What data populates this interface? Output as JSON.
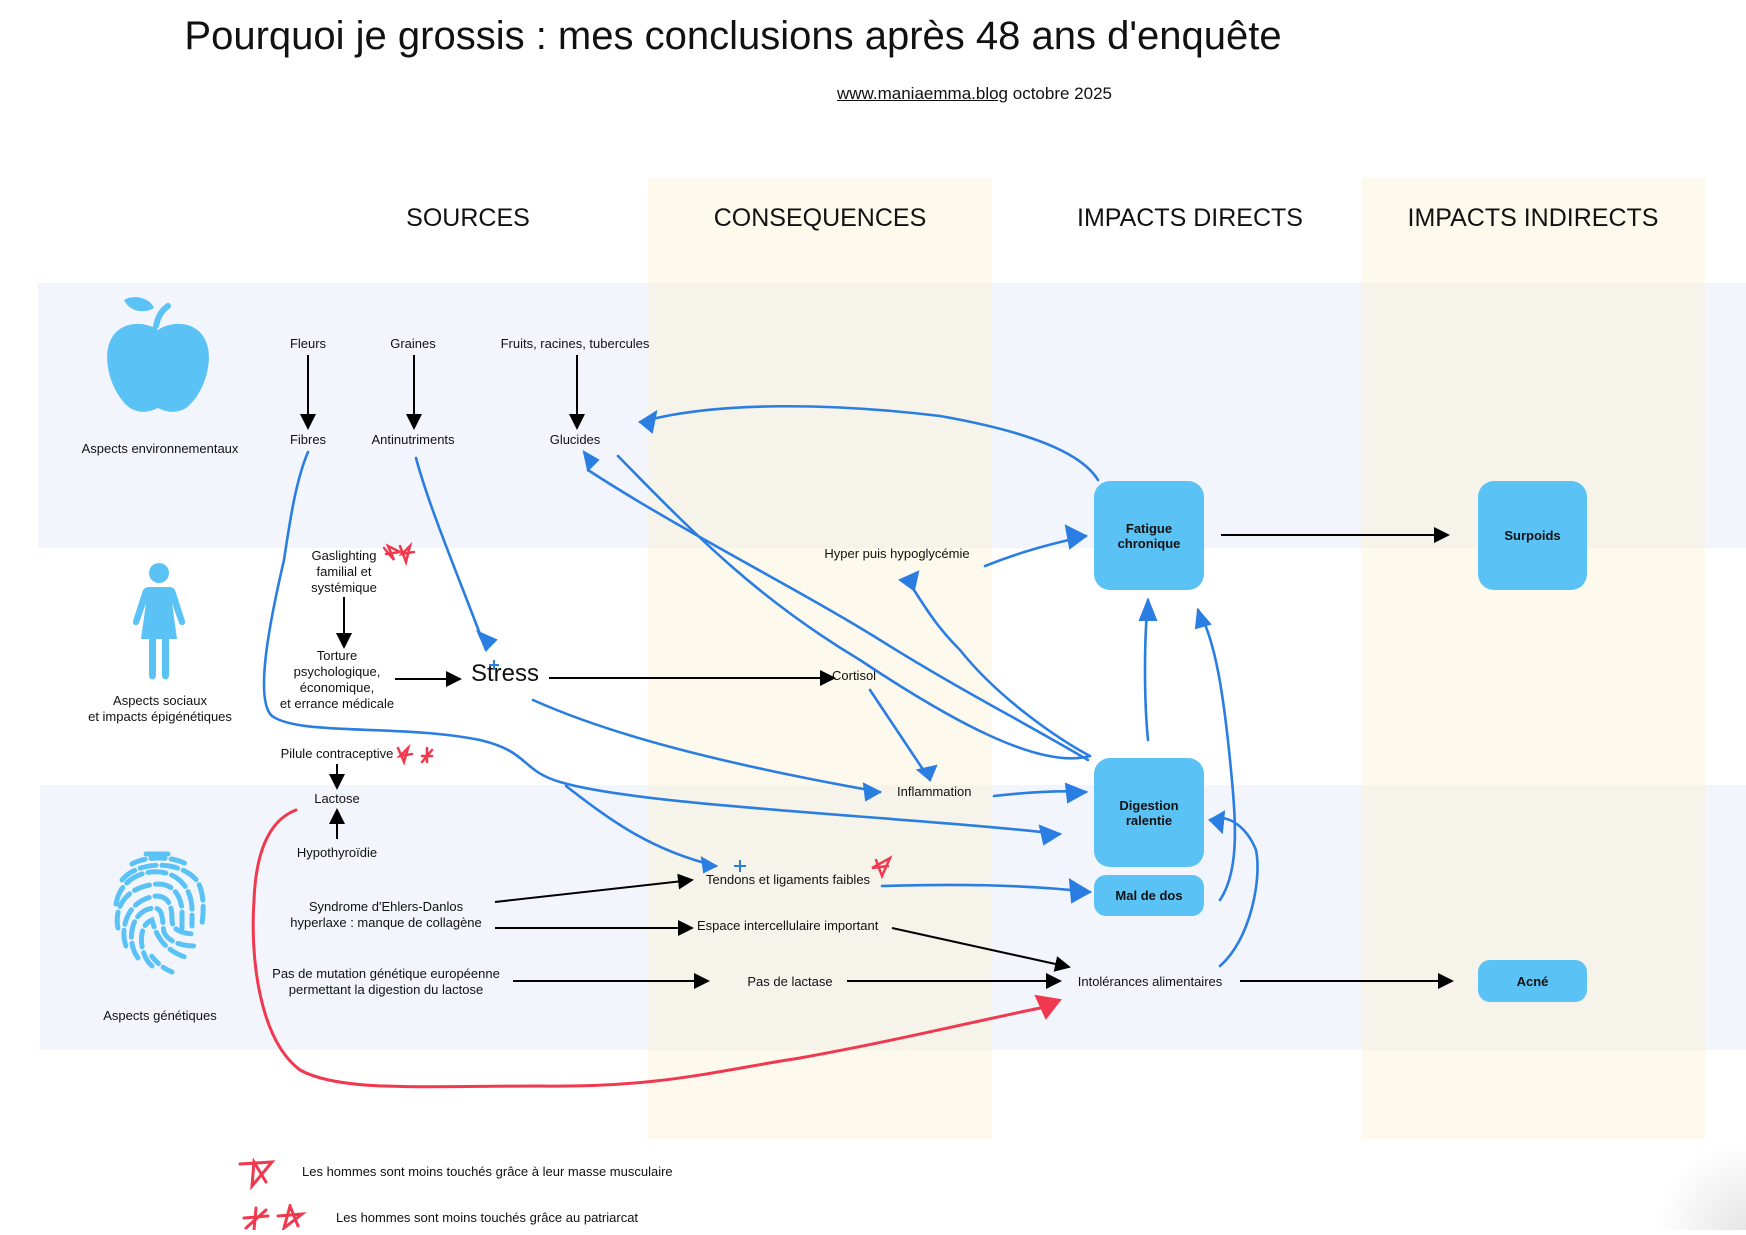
{
  "header": {
    "title": "Pourquoi je grossis : mes conclusions après 48 ans d'enquête",
    "link": "www.maniaemma.blog",
    "date": "octobre 2025"
  },
  "columns": [
    "SOURCES",
    "CONSEQUENCES",
    "IMPACTS DIRECTS",
    "IMPACTS INDIRECTS"
  ],
  "categories": {
    "environment": {
      "label": "Aspects environnementaux",
      "icon": "apple-icon"
    },
    "social": {
      "label_line1": "Aspects sociaux",
      "label_line2": "et impacts épigénétiques",
      "icon": "woman-icon"
    },
    "genetic": {
      "label": "Aspects génétiques",
      "icon": "fingerprint-icon"
    }
  },
  "nodes": {
    "fleurs": "Fleurs",
    "graines": "Graines",
    "fruits": "Fruits, racines, tubercules",
    "fibres": "Fibres",
    "antinutriments": "Antinutriments",
    "glucides": "Glucides",
    "gaslighting": [
      "Gaslighting",
      "familial et",
      "systémique"
    ],
    "torture": [
      "Torture",
      "psychologique,",
      "économique,",
      "et errance médicale"
    ],
    "stress": "Stress",
    "cortisol": "Cortisol",
    "hyper": "Hyper puis hypoglycémie",
    "pilule": "Pilule contraceptive",
    "lactose": "Lactose",
    "hypothyroidie": "Hypothyroïdie",
    "inflammation": "Inflammation",
    "tendons": "Tendons et ligaments faibles",
    "ehlers": [
      "Syndrome d'Ehlers-Danlos",
      "hyperlaxe : manque de collagène"
    ],
    "espace": "Espace intercellulaire important",
    "mutation": [
      "Pas de mutation génétique européenne",
      "permettant la digestion du lactose"
    ],
    "lactase": "Pas de lactase",
    "intolerances": "Intolérances alimentaires"
  },
  "boxes": {
    "fatigue": [
      "Fatigue",
      "chronique"
    ],
    "digestion": [
      "Digestion",
      "ralentie"
    ],
    "mal_de_dos": "Mal de dos",
    "surpoids": "Surpoids",
    "acne": "Acné"
  },
  "legend": [
    {
      "stars": 1,
      "text": "Les hommes sont moins touchés grâce à leur masse musculaire"
    },
    {
      "stars": 2,
      "text": "Les hommes sont moins touchés grâce au patriarcat"
    }
  ],
  "colors": {
    "box": "#5bc2f5",
    "icon": "#5bc2f5",
    "pen_blue": "#2a7de1",
    "pen_red": "#f0384f"
  }
}
